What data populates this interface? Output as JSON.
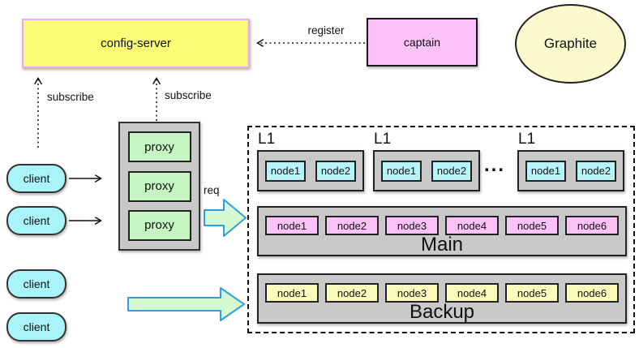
{
  "config_server": {
    "label": "config-server"
  },
  "captain": {
    "label": "captain"
  },
  "graphite": {
    "label": "Graphite"
  },
  "arrows": {
    "register_label": "register",
    "subscribe_left_label": "subscribe",
    "subscribe_right_label": "subscribe",
    "req_label": "req"
  },
  "proxy_stack": {
    "proxies": [
      "proxy",
      "proxy",
      "proxy"
    ]
  },
  "clients": [
    "client",
    "client",
    "client",
    "client"
  ],
  "cluster": {
    "l1_groups": [
      {
        "title": "L1",
        "nodes": [
          "node1",
          "node2"
        ]
      },
      {
        "title": "L1",
        "nodes": [
          "node1",
          "node2"
        ]
      },
      {
        "title": "L1",
        "nodes": [
          "node1",
          "node2"
        ]
      }
    ],
    "ellipsis": "...",
    "main": {
      "title": "Main",
      "nodes": [
        "node1",
        "node2",
        "node3",
        "node4",
        "node5",
        "node6"
      ]
    },
    "backup": {
      "title": "Backup",
      "nodes": [
        "node1",
        "node2",
        "node3",
        "node4",
        "node5",
        "node6"
      ]
    }
  },
  "colors": {
    "config_server_fill": "#FBFB76",
    "config_server_border": "#F0A8EC",
    "captain_fill": "#FAC2F6",
    "graphite_fill": "#FAFACD",
    "proxy_fill": "#C5F6C1",
    "client_fill": "#A9F4F9",
    "l1_node_fill": "#B6F4F8",
    "main_node_fill": "#FAC2F6",
    "backup_node_fill": "#FAFABD",
    "container_gray": "#C9C9C9",
    "block_arrow_fill": "#D4F8CF",
    "block_arrow_border": "#2E9FE6"
  }
}
